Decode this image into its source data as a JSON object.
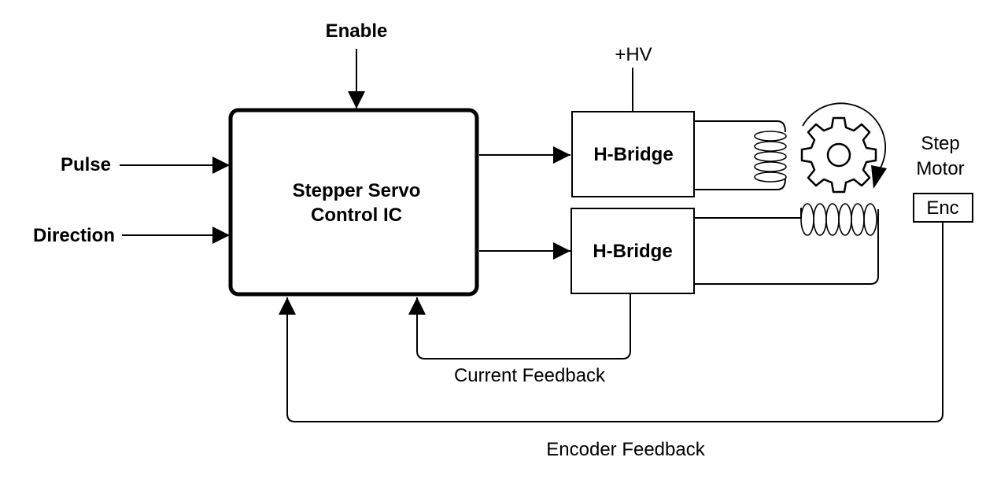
{
  "inputs": {
    "enable": "Enable",
    "pulse": "Pulse",
    "direction": "Direction"
  },
  "controller": {
    "line1": "Stepper Servo",
    "line2": "Control IC"
  },
  "supply": "+HV",
  "bridges": {
    "top": "H-Bridge",
    "bottom": "H-Bridge"
  },
  "motor": {
    "line1": "Step",
    "line2": "Motor",
    "encoder": "Enc"
  },
  "feedback": {
    "current": "Current Feedback",
    "encoder": "Encoder Feedback"
  }
}
